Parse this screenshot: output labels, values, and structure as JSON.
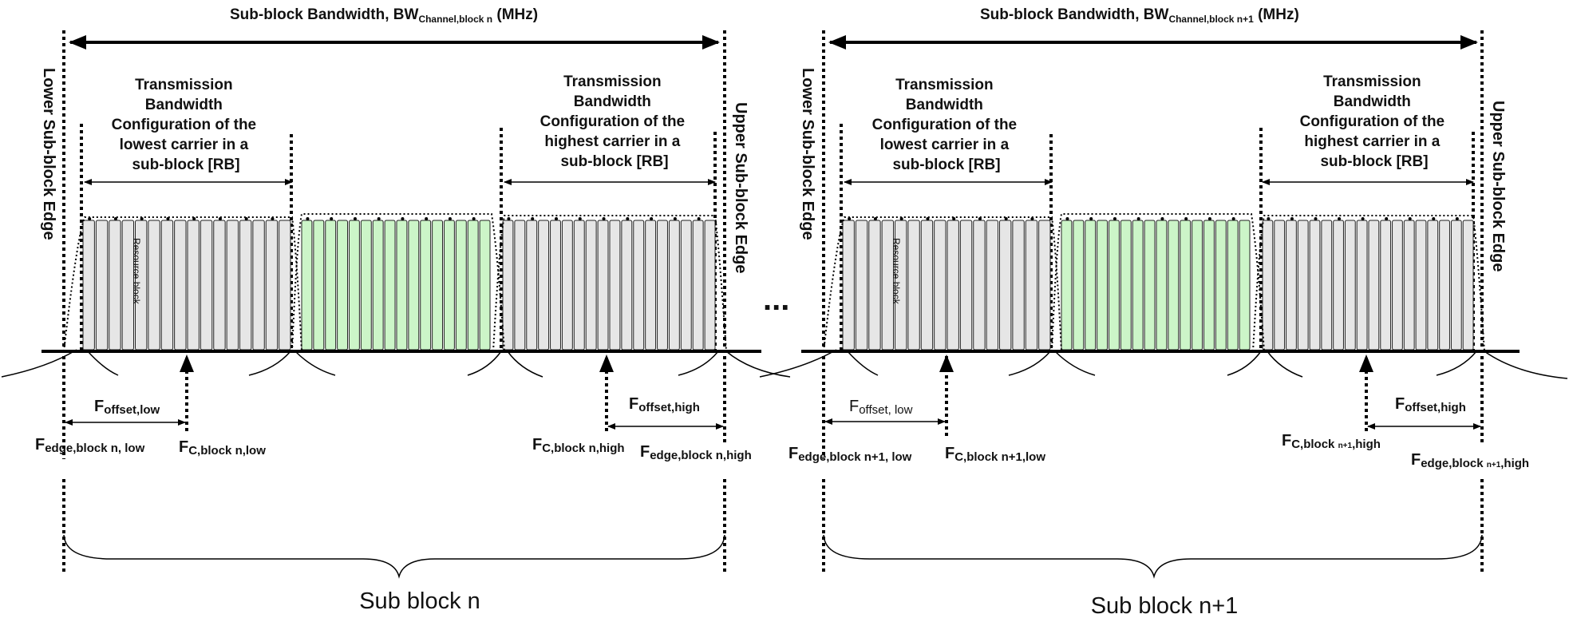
{
  "block_n": {
    "bw_title": "Sub-block Bandwidth, ",
    "bw_symbol": "BW",
    "bw_sub": "Channel,block n",
    "bw_unit": " (MHz)",
    "tb_low": [
      "Transmission",
      "Bandwidth",
      "Configuration of the",
      "lowest carrier in a",
      "sub-block  [RB]"
    ],
    "tb_high": [
      "Transmission",
      "Bandwidth",
      "Configuration of the",
      "highest carrier in a",
      "sub-block [RB]"
    ],
    "lower_edge": "Lower Sub-block Edge",
    "upper_edge": "Upper Sub-block Edge",
    "resource_block": "Resource block",
    "f_offset_low_main": "F",
    "f_offset_low_sub": "offset,low",
    "f_offset_high_main": "F",
    "f_offset_high_sub": "offset,high",
    "f_edge_low_main": "F",
    "f_edge_low_sub": "edge,block n, low",
    "fc_low_main": "F",
    "fc_low_sub": "C,block n,low",
    "fc_high_main": "F",
    "fc_high_sub": "C,block n,high",
    "f_edge_high_main": "F",
    "f_edge_high_sub": "edge,block n,high",
    "label": "Sub block n"
  },
  "block_n1": {
    "bw_title": "Sub-block Bandwidth, ",
    "bw_symbol": "BW",
    "bw_sub": "Channel,block n+1",
    "bw_unit": " (MHz)",
    "tb_low": [
      "Transmission",
      "Bandwidth",
      "Configuration of the",
      "lowest carrier in a",
      "sub-block  [RB]"
    ],
    "tb_high": [
      "Transmission",
      "Bandwidth",
      "Configuration of the",
      "highest carrier in a",
      "sub-block [RB]"
    ],
    "lower_edge": "Lower Sub-block Edge",
    "upper_edge": "Upper Sub-block Edge",
    "resource_block": "Resource block",
    "f_offset_low_main": "F",
    "f_offset_low_sub": "offset, low",
    "f_offset_high_main": "F",
    "f_offset_high_sub": "offset,high",
    "f_edge_low_main": "F",
    "f_edge_low_sub": "edge,block n+1, low",
    "fc_low_main": "F",
    "fc_low_sub": "C,block n+1,low",
    "fc_high_main": "F",
    "fc_high_sub1": "C,block ",
    "fc_high_sub2": "n+1",
    "fc_high_sub3": ",high",
    "f_edge_high_main": "F",
    "f_edge_high_sub1": "edge,block ",
    "f_edge_high_sub2": "n+1",
    "f_edge_high_sub3": ",high",
    "label": "Sub block n+1"
  },
  "ellipsis": "...",
  "colors": {
    "rb_gray": "#e6e6e6",
    "rb_green": "#ccf5c8",
    "line": "#000000"
  }
}
